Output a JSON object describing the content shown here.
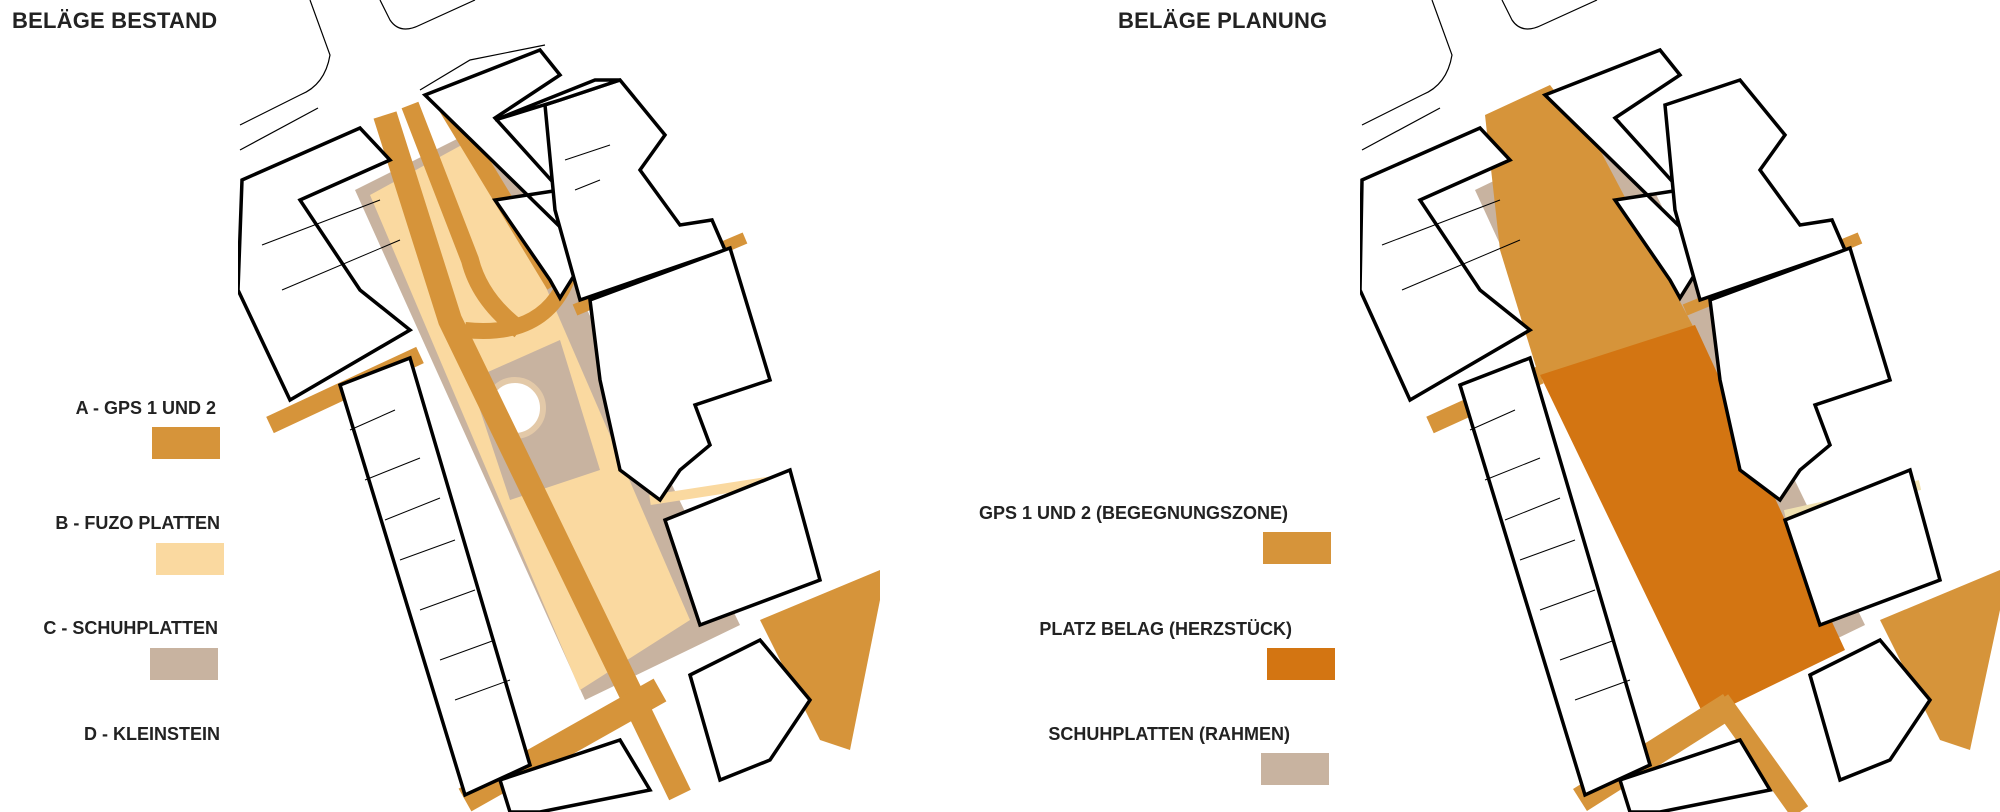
{
  "panels": {
    "existing": {
      "title": "BELÄGE BESTAND",
      "legend": [
        {
          "label": "A - GPS 1 UND 2",
          "color": "#d6943a"
        },
        {
          "label": "B - FUZO PLATTEN",
          "color": "#fad9a0"
        },
        {
          "label": "C - SCHUHPLATTEN",
          "color": "#c8b3a0"
        },
        {
          "label": "D - KLEINSTEIN",
          "color": ""
        }
      ]
    },
    "planned": {
      "title": "BELÄGE PLANUNG",
      "legend": [
        {
          "label": "GPS 1 UND 2  (BEGEGNUNGSZONE)",
          "color": "#d6943a"
        },
        {
          "label": "PLATZ BELAG (HERZSTÜCK)",
          "color": "#d37512"
        },
        {
          "label": "SCHUHPLATTEN (RAHMEN)",
          "color": "#c8b3a0"
        }
      ]
    }
  },
  "colors": {
    "gps": "#d6943a",
    "fuzo": "#fad9a0",
    "schuh": "#c8b3a0",
    "platz": "#d37512",
    "outline": "#000000"
  }
}
